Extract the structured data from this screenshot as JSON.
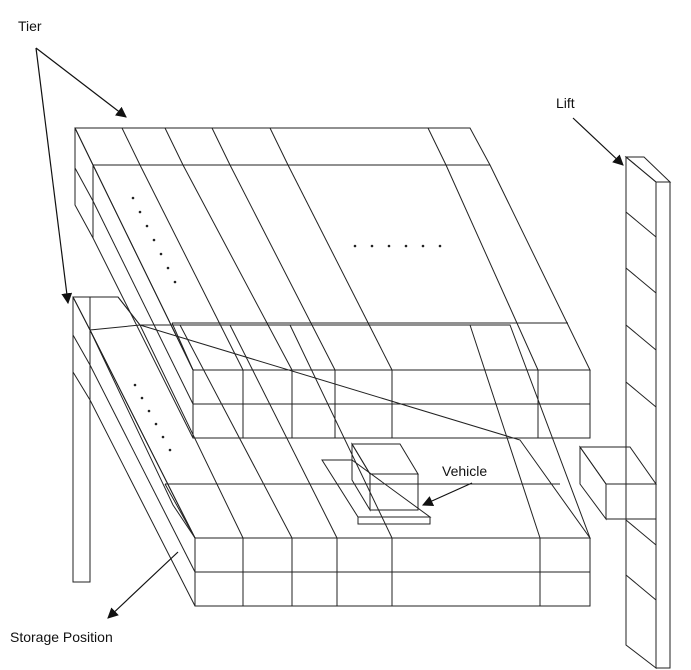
{
  "labels": {
    "tier": "Tier",
    "lift": "Lift",
    "vehicle": "Vehicle",
    "storage_position": "Storage Position"
  },
  "colors": {
    "top_face": "#a9c1e3",
    "side_face": "#e6eef9",
    "left_face": "#b8cdea",
    "outline": "#222222",
    "vehicle_top": "#d9d9d9",
    "vehicle_side": "#b8b8b8",
    "vehicle_front": "#c9c9c9",
    "vehicle_base": "#ffffff"
  }
}
